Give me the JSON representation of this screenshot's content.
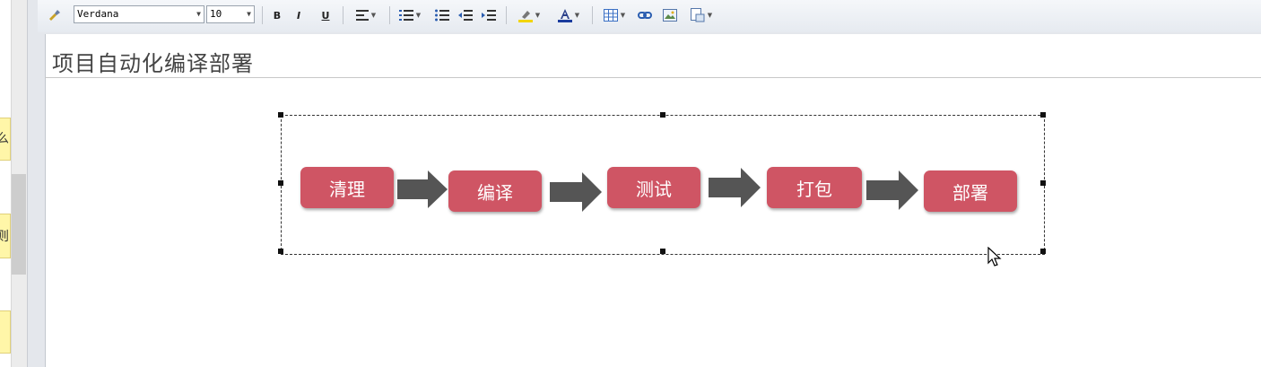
{
  "toolbar": {
    "font_name": "Verdana",
    "font_size": "10",
    "bold_label": "B",
    "italic_label": "I",
    "underline_label": "U",
    "icons": [
      "format-painter-icon",
      "align-left-icon",
      "numbered-list-icon",
      "bulleted-list-icon",
      "outdent-icon",
      "indent-icon",
      "highlight-color-icon",
      "font-color-icon",
      "table-icon",
      "link-icon",
      "image-icon",
      "insert-special-icon"
    ]
  },
  "side_notes": [
    "么",
    "则"
  ],
  "document": {
    "title": "项目自动化编译部署"
  },
  "diagram": {
    "steps": [
      {
        "label": "清理"
      },
      {
        "label": "编译"
      },
      {
        "label": "测试"
      },
      {
        "label": "打包"
      },
      {
        "label": "部署"
      }
    ],
    "step_color": "#cf5564",
    "arrow_color": "#555555"
  }
}
